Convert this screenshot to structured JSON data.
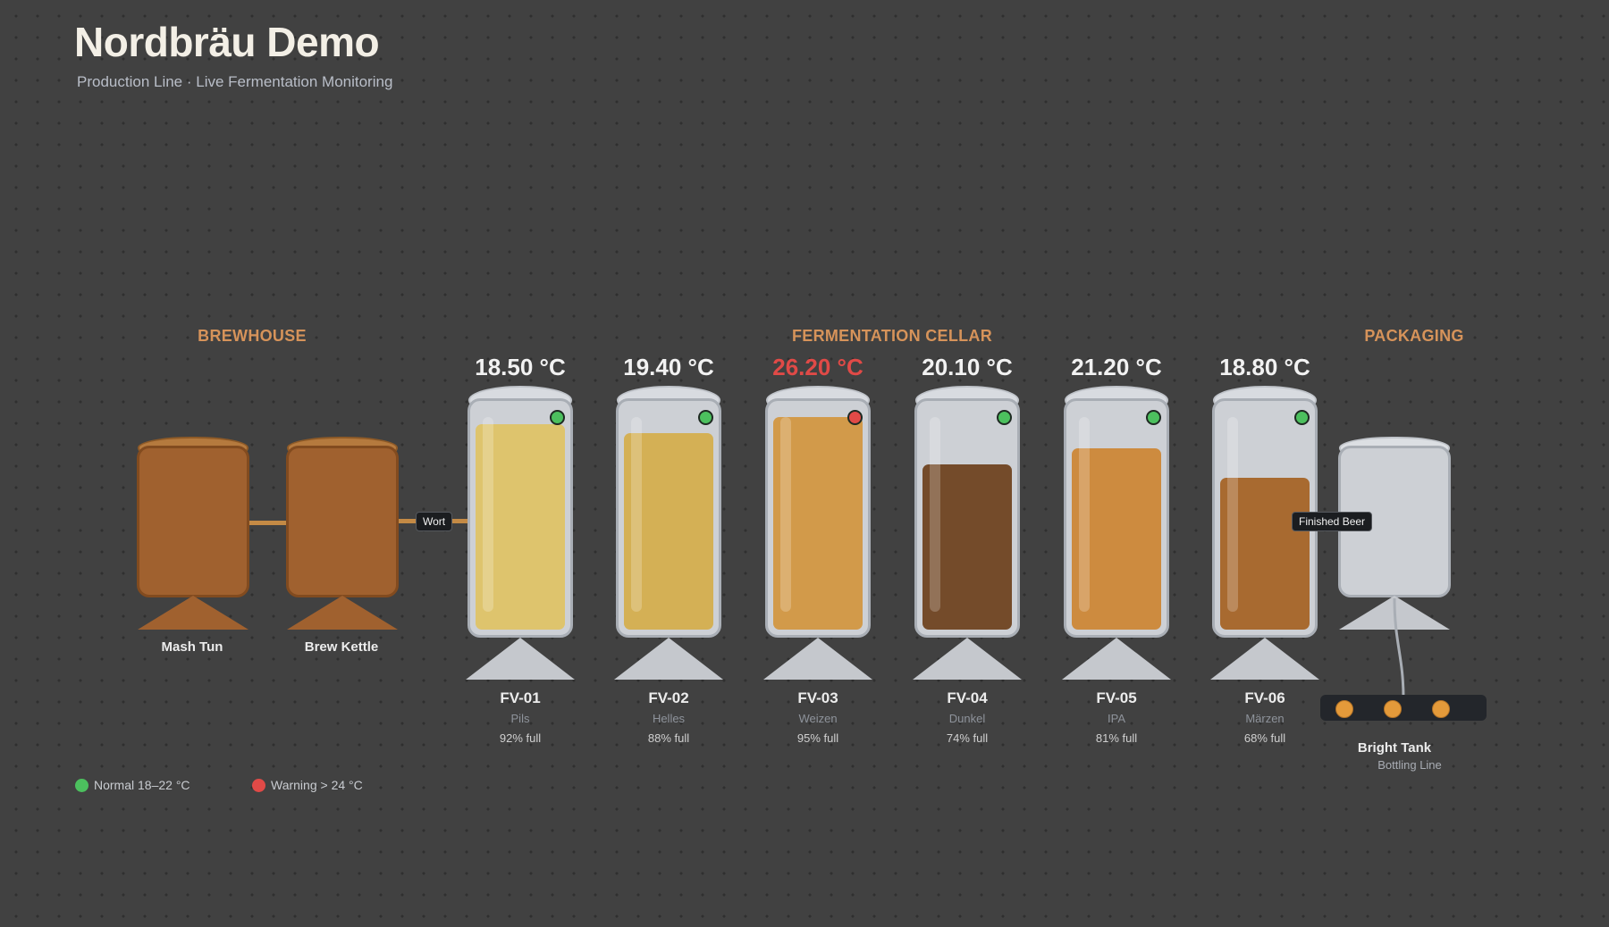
{
  "header": {
    "title": "Nordbräu Demo",
    "subtitle": "Production Line · Live Fermentation Monitoring"
  },
  "sections": {
    "brewhouse": "BREWHOUSE",
    "fermentation": "FERMENTATION CELLAR",
    "packaging": "PACKAGING"
  },
  "brewhouse": {
    "mash_tun": "Mash Tun",
    "brew_kettle": "Brew Kettle",
    "color": "#a0612f"
  },
  "pipes": {
    "wort": "Wort",
    "finished_beer": "Finished Beer"
  },
  "tanks": [
    {
      "id": "FV-01",
      "beer": "Pils",
      "temp": "18.50 °C",
      "fill_label": "92% full",
      "fill": 0.92,
      "status": "normal",
      "color": "#dec46d"
    },
    {
      "id": "FV-02",
      "beer": "Helles",
      "temp": "19.40 °C",
      "fill_label": "88% full",
      "fill": 0.88,
      "status": "normal",
      "color": "#d4b055"
    },
    {
      "id": "FV-03",
      "beer": "Weizen",
      "temp": "26.20 °C",
      "fill_label": "95% full",
      "fill": 0.95,
      "status": "warning",
      "color": "#d29a4a"
    },
    {
      "id": "FV-04",
      "beer": "Dunkel",
      "temp": "20.10 °C",
      "fill_label": "74% full",
      "fill": 0.74,
      "status": "normal",
      "color": "#744b2a"
    },
    {
      "id": "FV-05",
      "beer": "IPA",
      "temp": "21.20 °C",
      "fill_label": "81% full",
      "fill": 0.81,
      "status": "normal",
      "color": "#cd8b3f"
    },
    {
      "id": "FV-06",
      "beer": "Märzen",
      "temp": "18.80 °C",
      "fill_label": "68% full",
      "fill": 0.68,
      "status": "normal",
      "color": "#a86a30"
    }
  ],
  "packaging": {
    "name": "Bright Tank",
    "sub": "Bottling Line",
    "bottle_color": "#e49a3a"
  },
  "legend": {
    "normal": "Normal  18–22 °C",
    "warning": "Warning  > 24 °C"
  },
  "colors": {
    "normal": "#4cc05e",
    "warning": "#e04a47",
    "accent": "#d6935a",
    "pipe": "#c48a45"
  }
}
